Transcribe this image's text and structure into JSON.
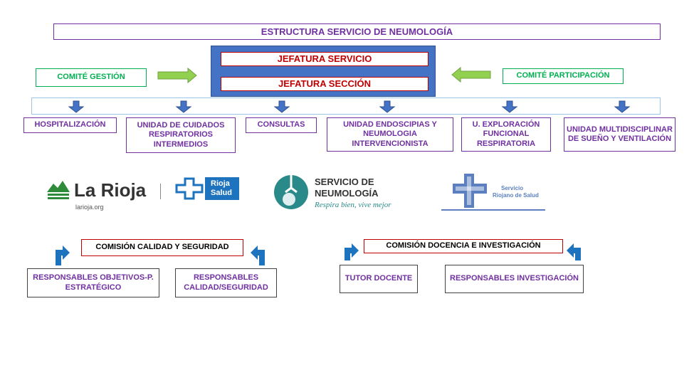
{
  "title": "ESTRUCTURA SERVICIO DE NEUMOLOGÍA",
  "jefatura": {
    "servicio": "JEFATURA SERVICIO",
    "seccion": "JEFATURA SECCIÓN"
  },
  "comites": {
    "gestion": "COMITÉ GESTIÓN",
    "participacion": "COMITÉ PARTICIPACIÓN"
  },
  "units": [
    "HOSPITALIZACIÓN",
    "UNIDAD DE CUIDADOS RESPIRATORIOS INTERMEDIOS",
    "CONSULTAS",
    "UNIDAD ENDOSCIPIAS Y NEUMOLOGIA INTERVENCIONISTA",
    "U. EXPLORACIÓN FUNCIONAL RESPIRATORIA",
    "UNIDAD MULTIDISCIPLINAR DE SUEÑO Y VENTILACIÓN"
  ],
  "logos": {
    "larioja": {
      "name": "La Rioja",
      "url": "larioja.org"
    },
    "rioja_salud": {
      "line1": "Rioja",
      "line2": "Salud"
    },
    "servicio_neumologia": {
      "line1": "SERVICIO DE",
      "line2": "NEUMOLOGÍA",
      "tagline": "Respira bien, vive mejor"
    },
    "servicio_riojano": {
      "line1": "Servicio",
      "line2": "Riojano de Salud"
    }
  },
  "comision_calidad": {
    "title": "COMISIÓN CALIDAD Y SEGURIDAD",
    "left": "RESPONSABLES OBJETIVOS-P. ESTRATÉGICO",
    "right": "RESPONSABLES CALIDAD/SEGURIDAD"
  },
  "comision_docencia": {
    "title": "COMISIÓN DOCENCIA E INVESTIGACIÓN",
    "left": "TUTOR DOCENTE",
    "right": "RESPONSABLES INVESTIGACIÓN"
  },
  "colors": {
    "purple": "#7030a0",
    "green": "#00b050",
    "red": "#c00000",
    "blue_fill": "#4472c4",
    "arrow_green": "#92d050",
    "light_blue_border": "#9dc3e6",
    "teal": "#2a8a8a",
    "riojano_blue": "#5b7fbf"
  }
}
